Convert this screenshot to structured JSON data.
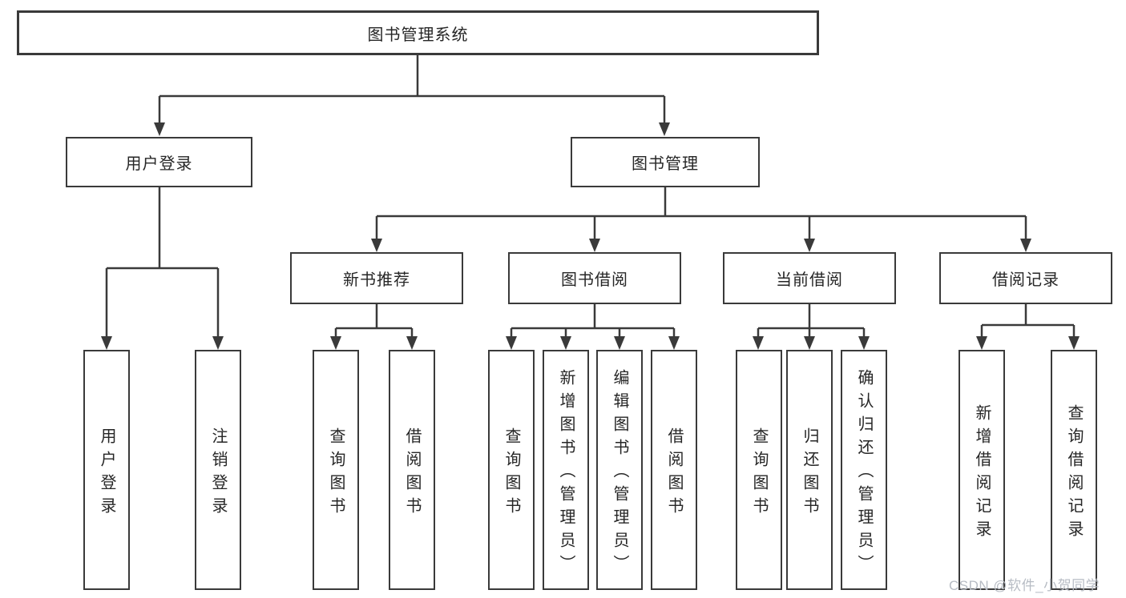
{
  "diagram_title": "图书管理系统",
  "tree": {
    "label": "图书管理系统",
    "children": [
      {
        "label": "用户登录",
        "children": [
          {
            "label": "用户登录"
          },
          {
            "label": "注销登录"
          }
        ]
      },
      {
        "label": "图书管理",
        "children": [
          {
            "label": "新书推荐",
            "children": [
              {
                "label": "查询图书"
              },
              {
                "label": "借阅图书"
              }
            ]
          },
          {
            "label": "图书借阅",
            "children": [
              {
                "label": "查询图书"
              },
              {
                "label": "新增图书（管理员）"
              },
              {
                "label": "编辑图书（管理员）"
              },
              {
                "label": "借阅图书"
              }
            ]
          },
          {
            "label": "当前借阅",
            "children": [
              {
                "label": "查询图书"
              },
              {
                "label": "归还图书"
              },
              {
                "label": "确认归还（管理员）"
              }
            ]
          },
          {
            "label": "借阅记录",
            "children": [
              {
                "label": "新增借阅记录"
              },
              {
                "label": "查询借阅记录"
              }
            ]
          }
        ]
      }
    ]
  },
  "watermark": {
    "text": "CSDN @软件_小贺同学",
    "color": "#b7bcc4"
  },
  "colors": {
    "line": "#3a3a3a",
    "box_background": "#ffffff",
    "text": "#262626"
  }
}
